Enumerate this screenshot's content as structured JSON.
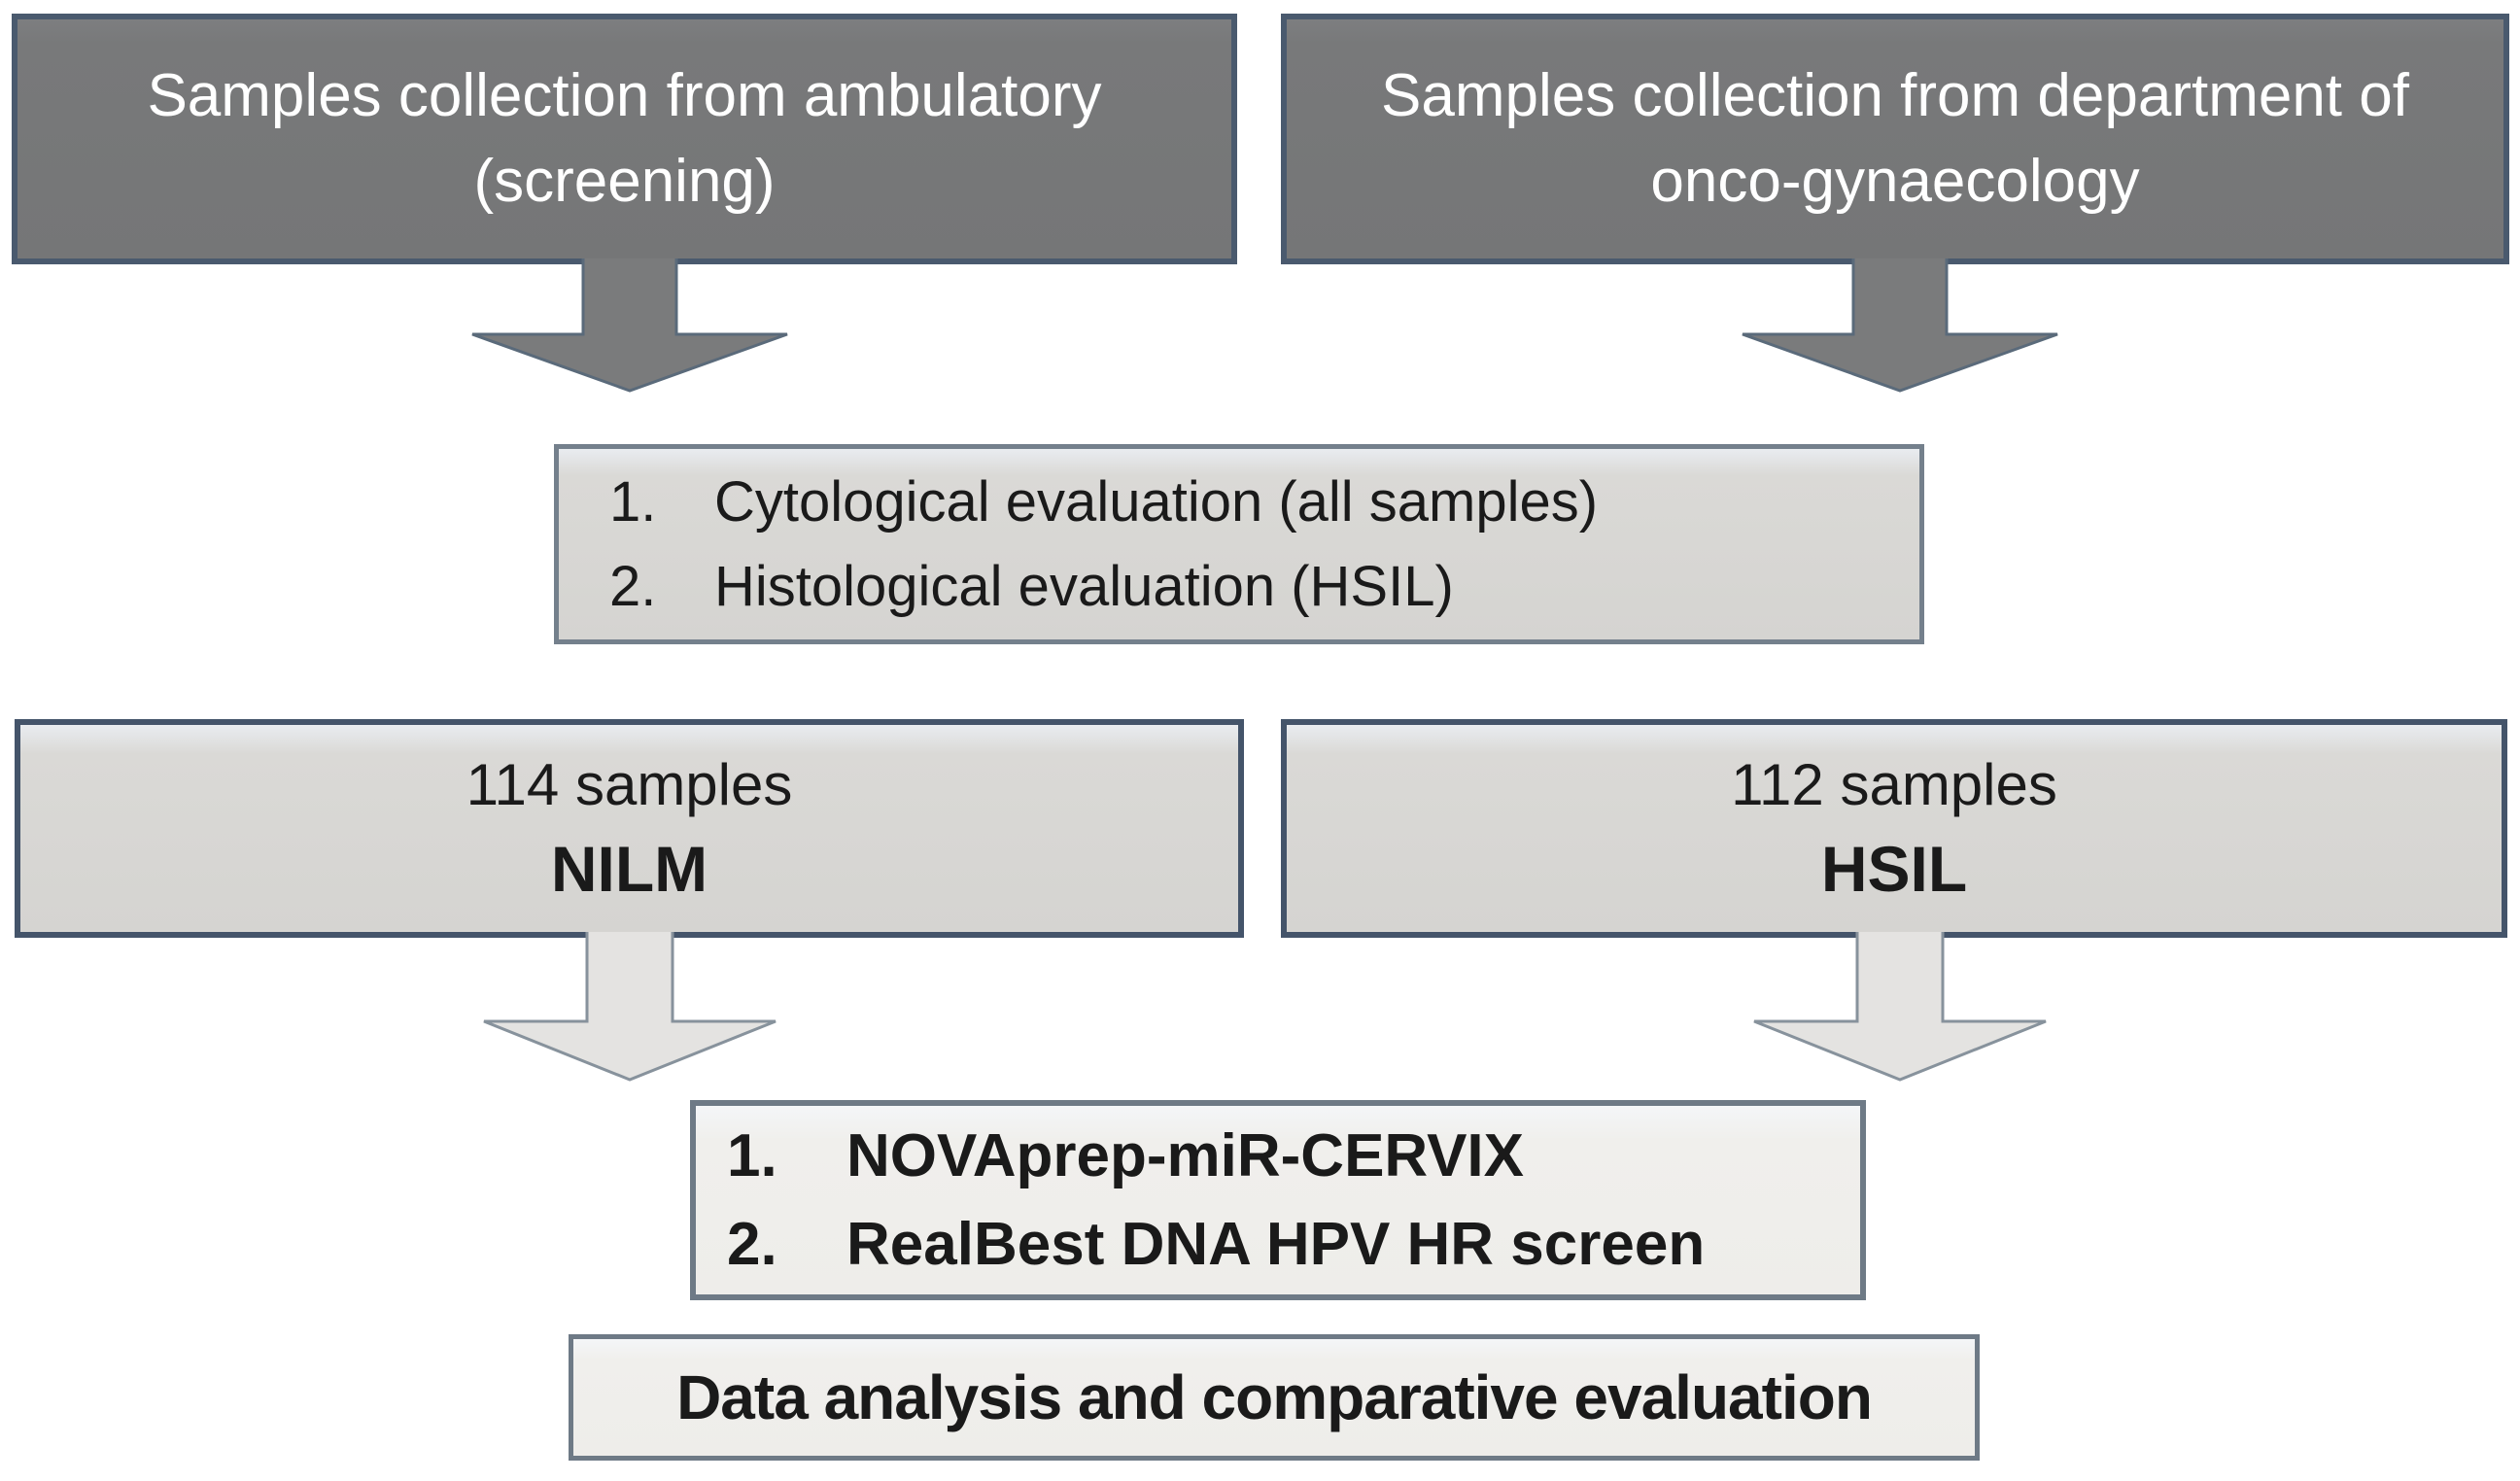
{
  "diagram": {
    "title": "Study workflow flowchart",
    "background": "#ffffff",
    "boxes": {
      "ambulatory": {
        "line1": "Samples collection from ambulatory",
        "line2": "(screening)"
      },
      "onco": {
        "line1": "Samples collection from department of",
        "line2": "onco-gynaecology"
      },
      "evaluation": {
        "item1_num": "1.",
        "item1": "Cytological evaluation (all samples)",
        "item2_num": "2.",
        "item2": "Histological evaluation (HSIL)"
      },
      "nilm": {
        "count": "114 samples",
        "label": "NILM"
      },
      "hsil": {
        "count": "112 samples",
        "label": "HSIL"
      },
      "tests": {
        "item1_num": "1.",
        "item1": "NOVAprep-miR-CERVIX",
        "item2_num": "2.",
        "item2": "RealBest DNA HPV HR screen"
      },
      "analysis": {
        "text": "Data analysis and comparative evaluation"
      }
    },
    "colors": {
      "dark_box_fill": "#78797a",
      "dark_box_border": "#4a5a6e",
      "dark_box_text": "#ffffff",
      "light_box_fill": "#d5d4d1",
      "light_box_border_slate": "#44546a",
      "light_box_border_gray": "#74808c",
      "pale_box_fill": "#efeeea",
      "pale_box_border": "#6e7a86",
      "arrow_dark_fill": "#7a7b7c",
      "arrow_dark_border": "#5a6a7a",
      "arrow_light_fill": "#e4e3e1",
      "arrow_light_border": "#87929c",
      "text_color": "#1a1a1a"
    }
  }
}
